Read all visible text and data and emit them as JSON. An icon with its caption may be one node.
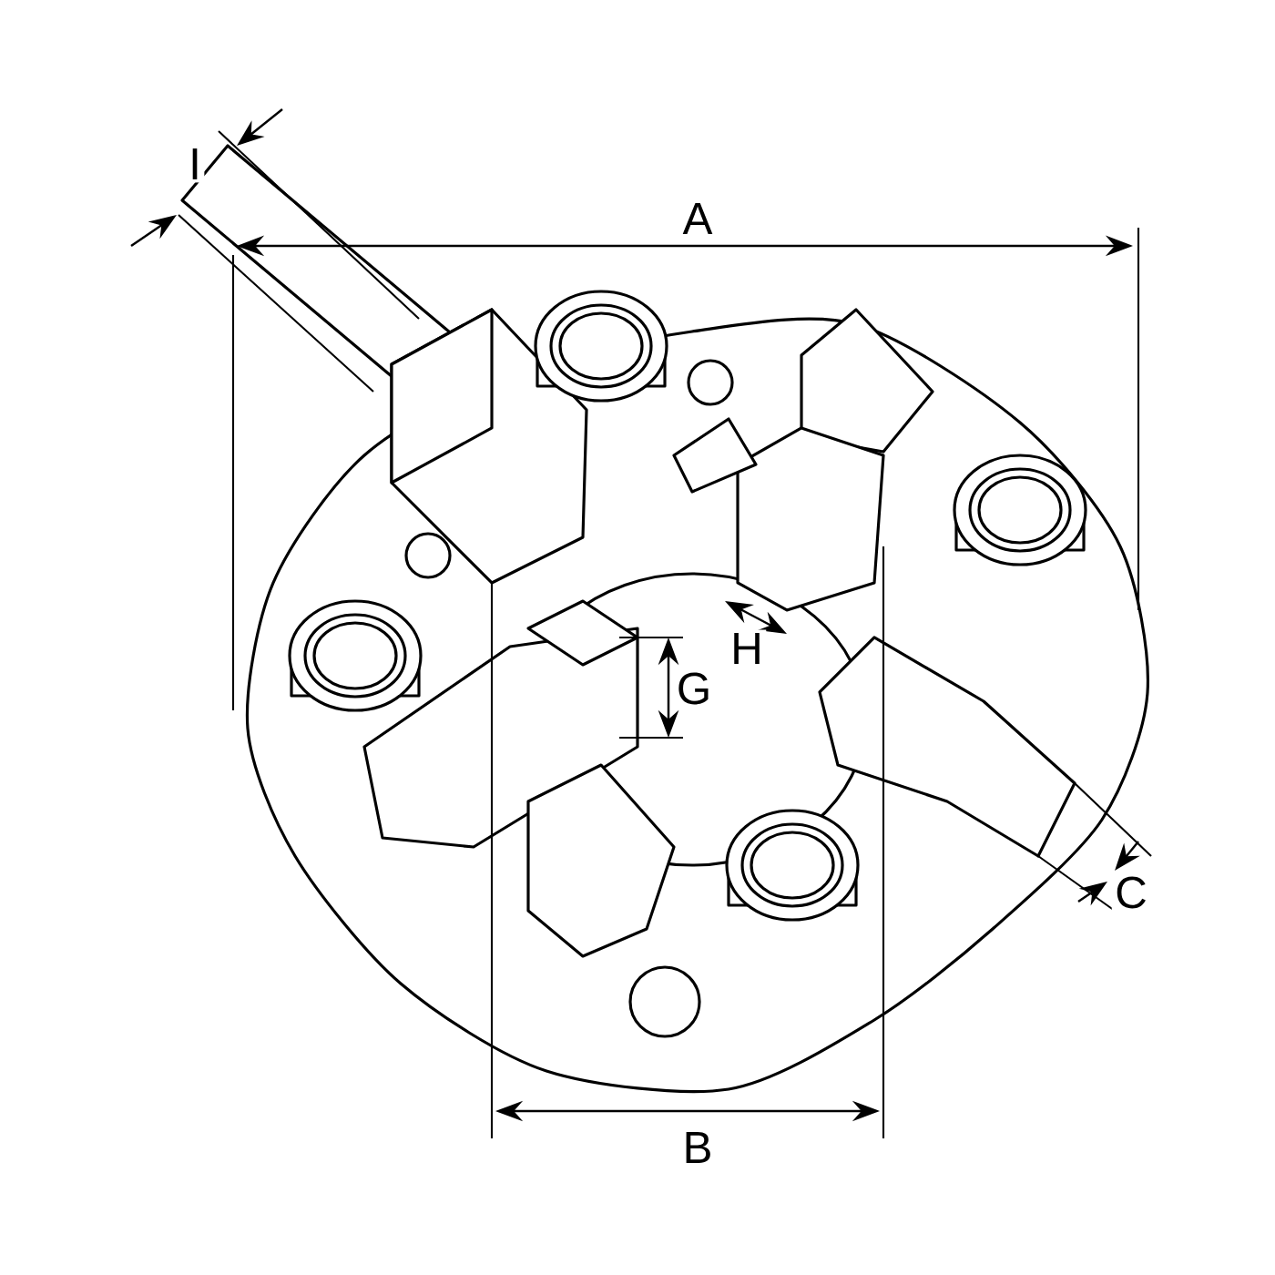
{
  "diagram": {
    "labels": [
      "I",
      "A",
      "H",
      "G",
      "C",
      "B"
    ]
  }
}
